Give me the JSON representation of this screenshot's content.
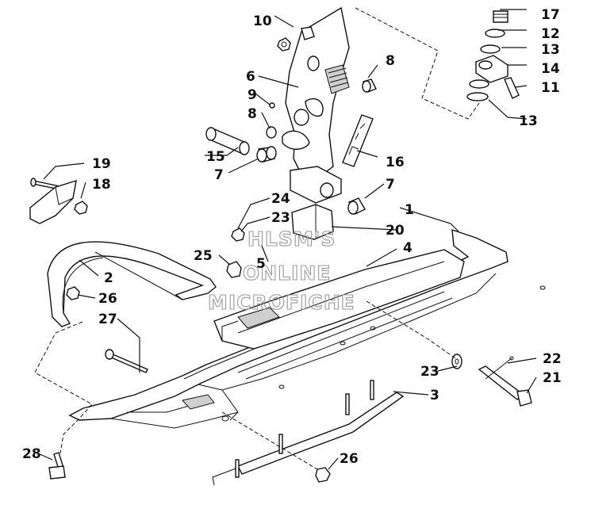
{
  "watermark": {
    "line1": "HLSM'S",
    "line2": "ONLINE",
    "line3": "MICROFICHE"
  },
  "callouts": {
    "c1": "1",
    "c2": "2",
    "c3": "3",
    "c4": "4",
    "c5": "5",
    "c6": "6",
    "c7a": "7",
    "c7b": "7",
    "c8a": "8",
    "c8b": "8",
    "c9": "9",
    "c10": "10",
    "c11": "11",
    "c12": "12",
    "c13a": "13",
    "c13b": "13",
    "c14": "14",
    "c15": "15",
    "c16": "16",
    "c17": "17",
    "c18": "18",
    "c19": "19",
    "c20": "20",
    "c21": "21",
    "c22": "22",
    "c23a": "23",
    "c23b": "23",
    "c24": "24",
    "c25": "25",
    "c26a": "26",
    "c26b": "26",
    "c27": "27",
    "c28": "28"
  },
  "icons": {
    "decal": "decal-badge-icon"
  }
}
